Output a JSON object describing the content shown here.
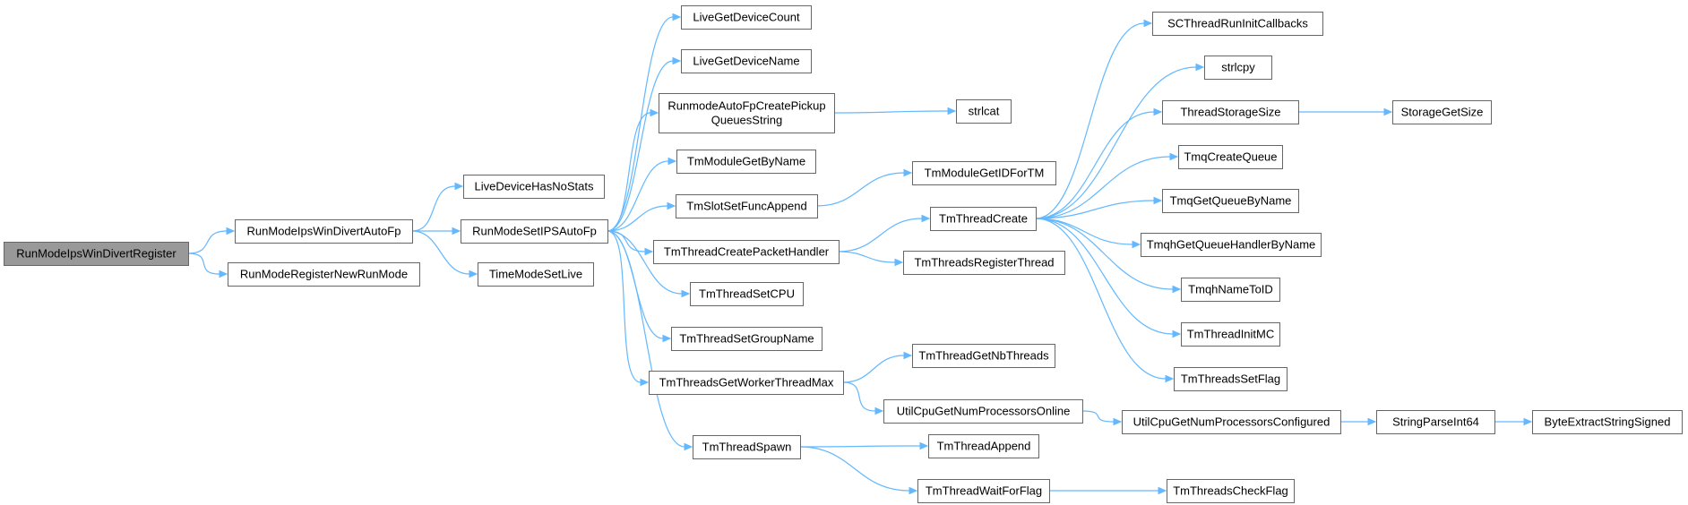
{
  "colors": {
    "edge": "#63b8ff",
    "root_fill": "#999999",
    "node_border": "#666666",
    "node_fill": "#ffffff"
  },
  "nodes": {
    "n0": {
      "label": [
        "RunModeIpsWinDivertRegister"
      ],
      "root": true
    },
    "n1": {
      "label": [
        "RunModeIpsWinDivertAutoFp"
      ]
    },
    "n2": {
      "label": [
        "RunModeRegisterNewRunMode"
      ]
    },
    "n3": {
      "label": [
        "LiveDeviceHasNoStats"
      ]
    },
    "n4": {
      "label": [
        "RunModeSetIPSAutoFp"
      ]
    },
    "n5": {
      "label": [
        "TimeModeSetLive"
      ]
    },
    "n6": {
      "label": [
        "LiveGetDeviceCount"
      ]
    },
    "n7": {
      "label": [
        "LiveGetDeviceName"
      ]
    },
    "n8": {
      "label": [
        "RunmodeAutoFpCreatePickup",
        "QueuesString"
      ]
    },
    "n9": {
      "label": [
        "TmModuleGetByName"
      ]
    },
    "n10": {
      "label": [
        "TmSlotSetFuncAppend"
      ]
    },
    "n11": {
      "label": [
        "TmThreadCreatePacketHandler"
      ]
    },
    "n12": {
      "label": [
        "TmThreadSetCPU"
      ]
    },
    "n13": {
      "label": [
        "TmThreadSetGroupName"
      ]
    },
    "n14": {
      "label": [
        "TmThreadsGetWorkerThreadMax"
      ]
    },
    "n15": {
      "label": [
        "TmThreadSpawn"
      ]
    },
    "n16": {
      "label": [
        "strlcat"
      ]
    },
    "n17": {
      "label": [
        "TmModuleGetIDForTM"
      ]
    },
    "n18": {
      "label": [
        "TmThreadCreate"
      ]
    },
    "n19": {
      "label": [
        "TmThreadsRegisterThread"
      ]
    },
    "n20": {
      "label": [
        "TmThreadGetNbThreads"
      ]
    },
    "n21": {
      "label": [
        "UtilCpuGetNumProcessorsOnline"
      ]
    },
    "n22": {
      "label": [
        "TmThreadAppend"
      ]
    },
    "n23": {
      "label": [
        "TmThreadWaitForFlag"
      ]
    },
    "n24": {
      "label": [
        "SCThreadRunInitCallbacks"
      ]
    },
    "n25": {
      "label": [
        "strlcpy"
      ]
    },
    "n26": {
      "label": [
        "ThreadStorageSize"
      ]
    },
    "n27": {
      "label": [
        "TmqCreateQueue"
      ]
    },
    "n28": {
      "label": [
        "TmqGetQueueByName"
      ]
    },
    "n29": {
      "label": [
        "TmqhGetQueueHandlerByName"
      ]
    },
    "n30": {
      "label": [
        "TmqhNameToID"
      ]
    },
    "n31": {
      "label": [
        "TmThreadInitMC"
      ]
    },
    "n32": {
      "label": [
        "TmThreadsSetFlag"
      ]
    },
    "n33": {
      "label": [
        "UtilCpuGetNumProcessorsConfigured"
      ]
    },
    "n34": {
      "label": [
        "TmThreadsCheckFlag"
      ]
    },
    "n35": {
      "label": [
        "StorageGetSize"
      ]
    },
    "n36": {
      "label": [
        "StringParseInt64"
      ]
    },
    "n37": {
      "label": [
        "ByteExtractStringSigned"
      ]
    }
  },
  "edges": [
    [
      "n0",
      "n1"
    ],
    [
      "n0",
      "n2"
    ],
    [
      "n1",
      "n3"
    ],
    [
      "n1",
      "n4"
    ],
    [
      "n1",
      "n5"
    ],
    [
      "n4",
      "n6"
    ],
    [
      "n4",
      "n7"
    ],
    [
      "n4",
      "n8"
    ],
    [
      "n4",
      "n9"
    ],
    [
      "n4",
      "n10"
    ],
    [
      "n4",
      "n11"
    ],
    [
      "n4",
      "n12"
    ],
    [
      "n4",
      "n13"
    ],
    [
      "n4",
      "n14"
    ],
    [
      "n4",
      "n15"
    ],
    [
      "n8",
      "n16"
    ],
    [
      "n10",
      "n17"
    ],
    [
      "n11",
      "n18"
    ],
    [
      "n11",
      "n19"
    ],
    [
      "n14",
      "n20"
    ],
    [
      "n14",
      "n21"
    ],
    [
      "n15",
      "n22"
    ],
    [
      "n15",
      "n23"
    ],
    [
      "n18",
      "n24"
    ],
    [
      "n18",
      "n25"
    ],
    [
      "n18",
      "n26"
    ],
    [
      "n18",
      "n27"
    ],
    [
      "n18",
      "n28"
    ],
    [
      "n18",
      "n29"
    ],
    [
      "n18",
      "n30"
    ],
    [
      "n18",
      "n31"
    ],
    [
      "n18",
      "n32"
    ],
    [
      "n21",
      "n33"
    ],
    [
      "n23",
      "n34"
    ],
    [
      "n26",
      "n35"
    ],
    [
      "n33",
      "n36"
    ],
    [
      "n36",
      "n37"
    ]
  ]
}
